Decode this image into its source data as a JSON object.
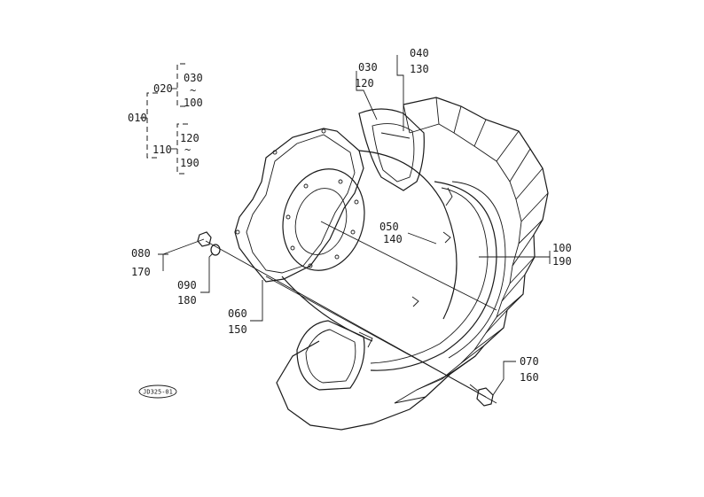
{
  "labels": {
    "p010": "010",
    "p020": "020",
    "p030a": "030",
    "p100a": "100",
    "p110": "110",
    "p120a": "120",
    "p190a": "190",
    "p030b": "030",
    "p120b": "120",
    "p040": "040",
    "p130": "130",
    "p050": "050",
    "p140": "140",
    "p100b": "100",
    "p190b": "190",
    "p080": "080",
    "p170": "170",
    "p090": "090",
    "p180": "180",
    "p060": "060",
    "p150": "150",
    "p070": "070",
    "p160": "160",
    "tilde": "~"
  },
  "drawing_id": "JD325-01"
}
